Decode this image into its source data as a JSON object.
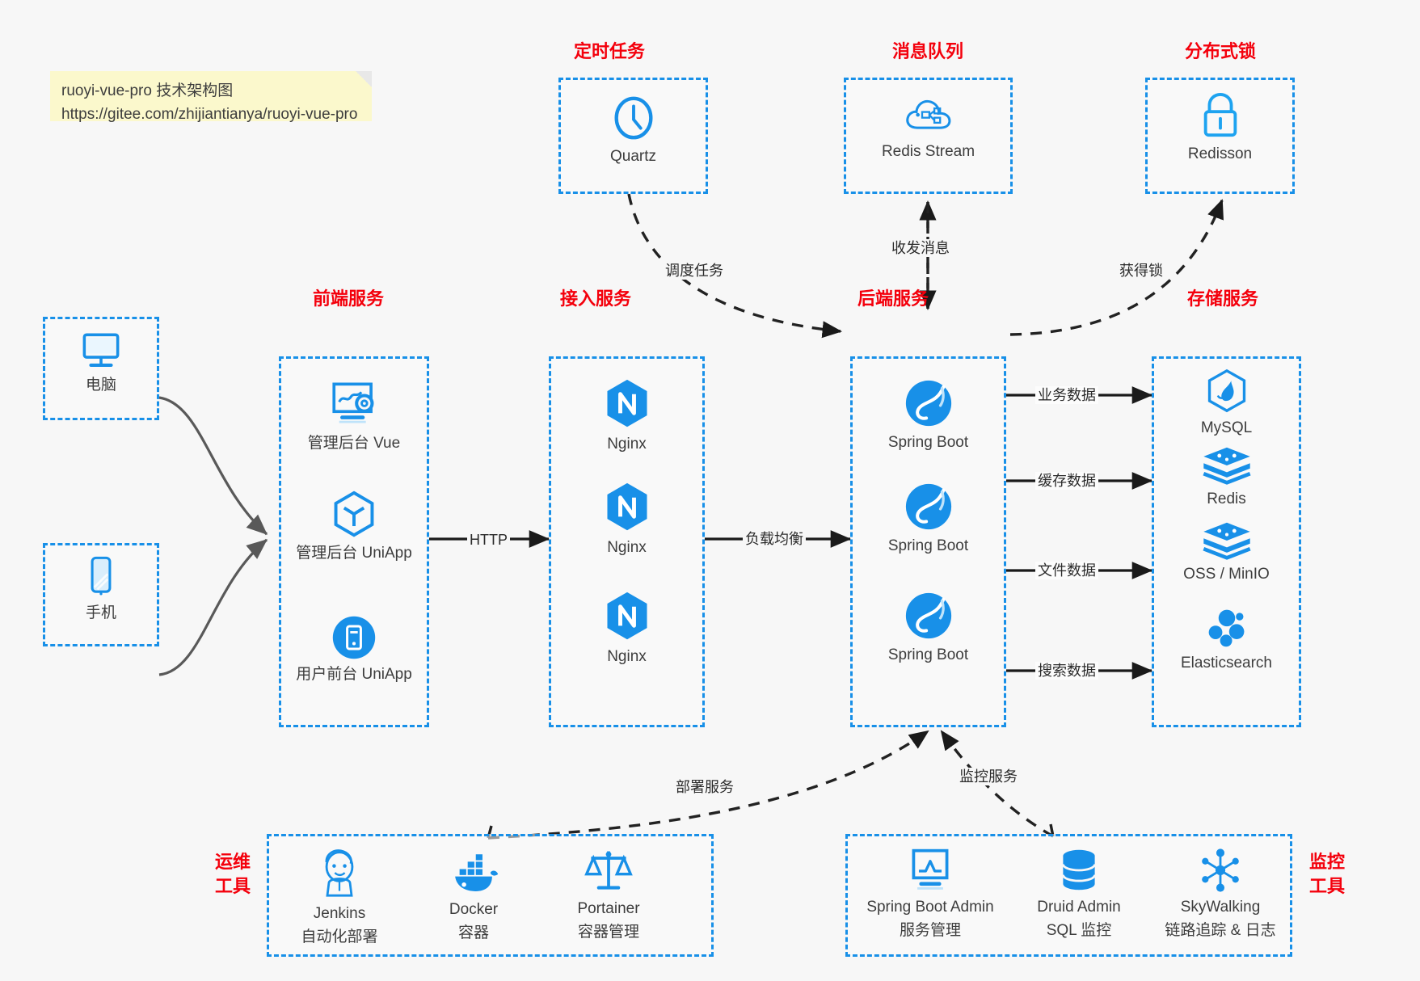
{
  "note": {
    "line1": "ruoyi-vue-pro 技术架构图",
    "line2": "https://gitee.com/zhijiantianya/ruoyi-vue-pro"
  },
  "colors": {
    "accent_blue": "#1890e8",
    "heading_red": "#f4000c",
    "text_dark": "#3d3d3d",
    "background": "#f7f7f7",
    "arrow_gray": "#595959",
    "arrow_black": "#1a1a1a"
  },
  "groups": {
    "scheduled_task": {
      "title": "定时任务"
    },
    "message_queue": {
      "title": "消息队列"
    },
    "distributed_lock": {
      "title": "分布式锁"
    },
    "frontend": {
      "title": "前端服务"
    },
    "gateway": {
      "title": "接入服务"
    },
    "backend": {
      "title": "后端服务"
    },
    "storage": {
      "title": "存储服务"
    },
    "devops": {
      "title_line1": "运维",
      "title_line2": "工具"
    },
    "monitor": {
      "title_line1": "监控",
      "title_line2": "工具"
    }
  },
  "nodes": {
    "quartz": {
      "label": "Quartz",
      "icon": "clock-icon"
    },
    "redis_stream": {
      "label": "Redis Stream",
      "icon": "cloud-queue-icon"
    },
    "redisson": {
      "label": "Redisson",
      "icon": "lock-icon"
    },
    "computer": {
      "label": "电脑",
      "icon": "desktop-icon"
    },
    "phone": {
      "label": "手机",
      "icon": "mobile-icon"
    },
    "admin_vue": {
      "label": "管理后台 Vue",
      "icon": "dashboard-icon"
    },
    "admin_uniapp": {
      "label": "管理后台 UniApp",
      "icon": "cube-icon"
    },
    "user_uniapp": {
      "label": "用户前台 UniApp",
      "icon": "app-icon"
    },
    "nginx_1": {
      "label": "Nginx",
      "icon": "nginx-icon"
    },
    "nginx_2": {
      "label": "Nginx",
      "icon": "nginx-icon"
    },
    "nginx_3": {
      "label": "Nginx",
      "icon": "nginx-icon"
    },
    "springboot_1": {
      "label": "Spring Boot",
      "icon": "spring-icon"
    },
    "springboot_2": {
      "label": "Spring Boot",
      "icon": "spring-icon"
    },
    "springboot_3": {
      "label": "Spring Boot",
      "icon": "spring-icon"
    },
    "mysql": {
      "label": "MySQL",
      "icon": "mysql-icon"
    },
    "redis": {
      "label": "Redis",
      "icon": "redis-icon"
    },
    "oss_minio": {
      "label": "OSS / MinIO",
      "icon": "oss-icon"
    },
    "elasticsearch": {
      "label": "Elasticsearch",
      "icon": "elasticsearch-icon"
    },
    "jenkins": {
      "label": "Jenkins",
      "sub": "自动化部署",
      "icon": "jenkins-icon"
    },
    "docker": {
      "label": "Docker",
      "sub": "容器",
      "icon": "docker-icon"
    },
    "portainer": {
      "label": "Portainer",
      "sub": "容器管理",
      "icon": "scale-icon"
    },
    "sba": {
      "label": "Spring Boot Admin",
      "sub": "服务管理",
      "icon": "monitor-chart-icon"
    },
    "druid": {
      "label": "Druid Admin",
      "sub": "SQL 监控",
      "icon": "database-icon"
    },
    "skywalking": {
      "label": "SkyWalking",
      "sub": "链路追踪 & 日志",
      "icon": "nodes-network-icon"
    }
  },
  "edges": {
    "http": "HTTP",
    "load_balance": "负载均衡",
    "schedule_task": "调度任务",
    "send_receive_message": "收发消息",
    "acquire_lock": "获得锁",
    "business_data": "业务数据",
    "cache_data": "缓存数据",
    "file_data": "文件数据",
    "search_data": "搜索数据",
    "deploy_service": "部署服务",
    "monitor_service": "监控服务"
  }
}
